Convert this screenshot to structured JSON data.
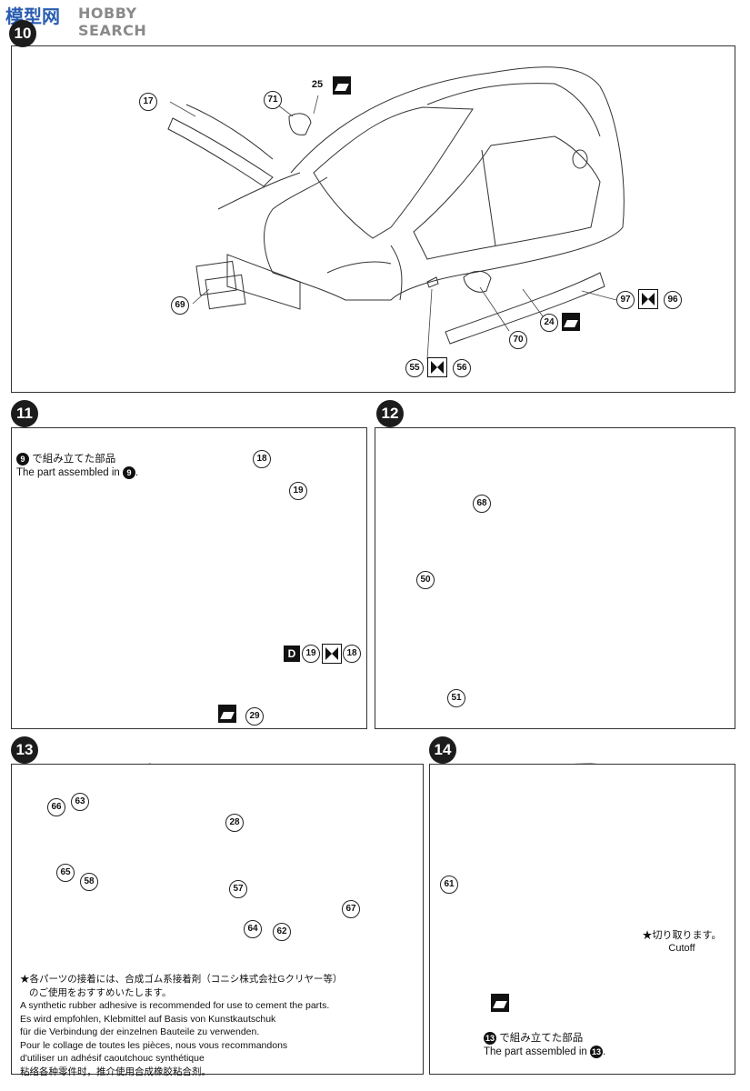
{
  "watermark": {
    "logo": "模型网",
    "text": "HOBBY SEARCH"
  },
  "steps": [
    {
      "number": "10"
    },
    {
      "number": "11"
    },
    {
      "number": "12"
    },
    {
      "number": "13"
    },
    {
      "number": "14"
    }
  ],
  "step10": {
    "parts": [
      "17",
      "71",
      "25",
      "69",
      "70",
      "24",
      "97",
      "96",
      "55",
      "56"
    ]
  },
  "step11": {
    "assembled_ref": "9",
    "assembled_ja": "で組み立てた部品",
    "assembled_en": "The part assembled in",
    "parts": [
      "18",
      "19",
      "29"
    ],
    "option_letter": "D",
    "option_a": "19",
    "option_b": "18"
  },
  "step12": {
    "parts": [
      "68",
      "50",
      "51"
    ]
  },
  "step13": {
    "parts": [
      "66",
      "63",
      "65",
      "58",
      "28",
      "57",
      "64",
      "62",
      "67"
    ],
    "notes": [
      "★各パーツの接着には、合成ゴム系接着剤（コニシ株式会社Gクリヤー等）",
      "のご使用をおすすめいたします。",
      "A synthetic rubber adhesive is recommended for use to cement the parts.",
      "Es wird empfohlen, Klebmittel auf Basis von Kunstkautschuk",
      "für die Verbindung der einzelnen Bauteile zu verwenden.",
      "Pour le collage de toutes les pièces, nous vous recommandons",
      "d'utiliser un adhésif caoutchouc synthétique",
      "粘络各种零件时，推介使用合成橡胶粘合剂。"
    ]
  },
  "step14": {
    "parts": [
      "61"
    ],
    "cutoff_ja": "★切り取ります。",
    "cutoff_en": "Cutoff",
    "assembled_ref": "13",
    "assembled_ja": "で組み立てた部品",
    "assembled_en": "The part assembled in"
  }
}
